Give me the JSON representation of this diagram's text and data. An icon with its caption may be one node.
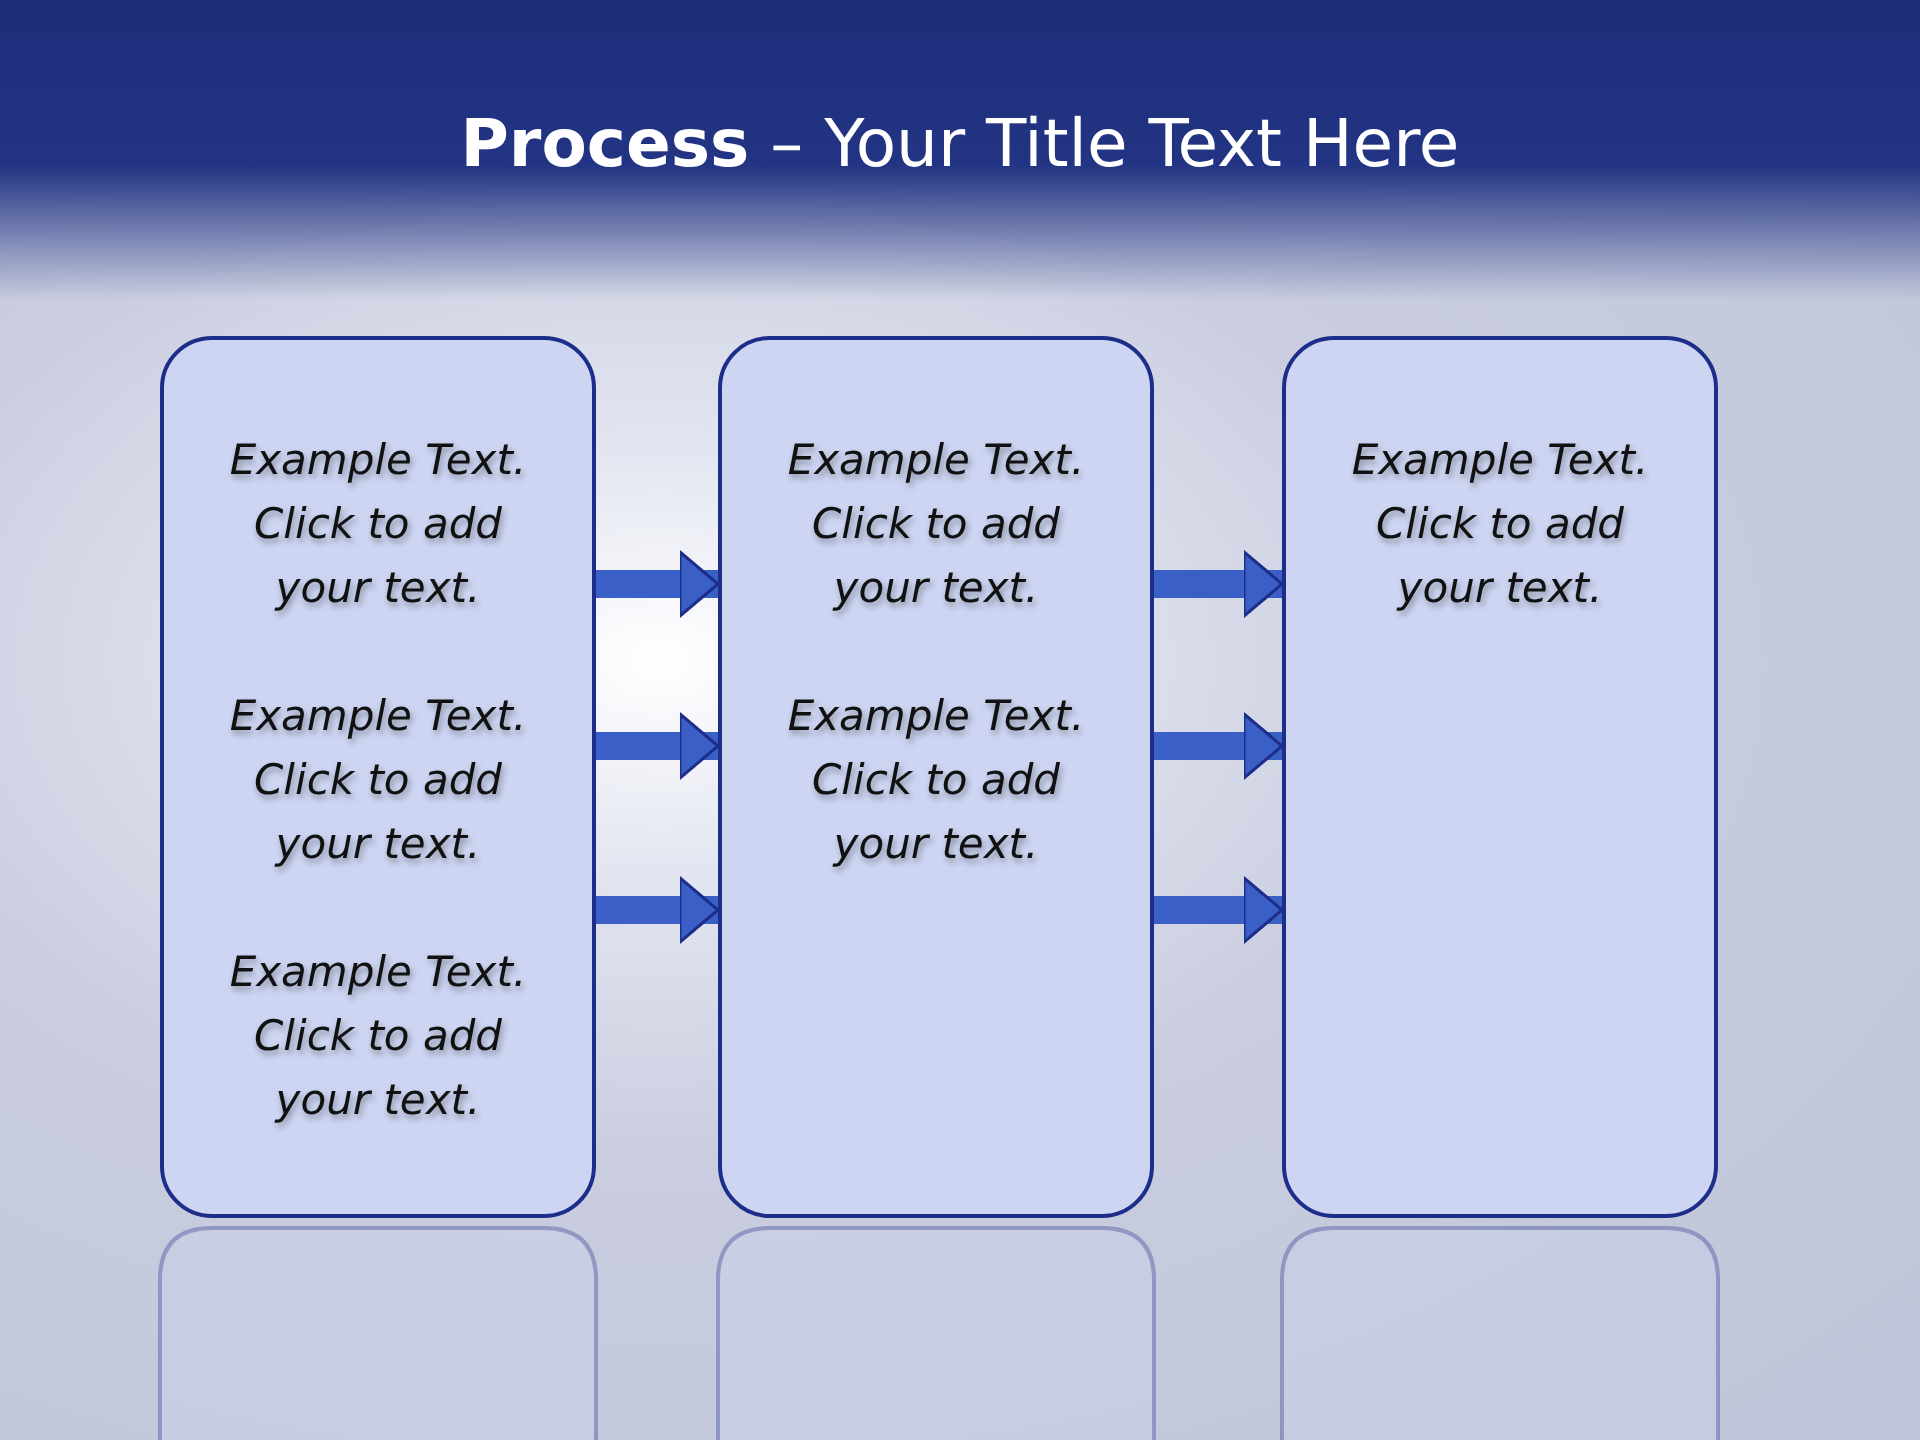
{
  "diagram": {
    "title": "**Process**  – Your Title Text Here",
    "nodes": [
      {
        "text": [
          "Example Text. Click to add your text.",
          "Example Text. Click to add your text.",
          "Example Text. Click to add your text."
        ]
      },
      {
        "text": [
          "Example Text. Click to add your text.",
          "Example Text. Click to add your text."
        ]
      },
      {
        "text": [
          "Example Text. Click to add your text."
        ]
      }
    ],
    "edges": [
      {
        "from": 0,
        "to": 1,
        "arrow": "to"
      },
      {
        "from": 0,
        "to": 1,
        "arrow": "to"
      },
      {
        "from": 0,
        "to": 1,
        "arrow": "to"
      },
      {
        "from": 1,
        "to": 2,
        "arrow": "to"
      },
      {
        "from": 1,
        "to": 2,
        "arrow": "to"
      },
      {
        "from": 1,
        "to": 2,
        "arrow": "to"
      }
    ]
  }
}
